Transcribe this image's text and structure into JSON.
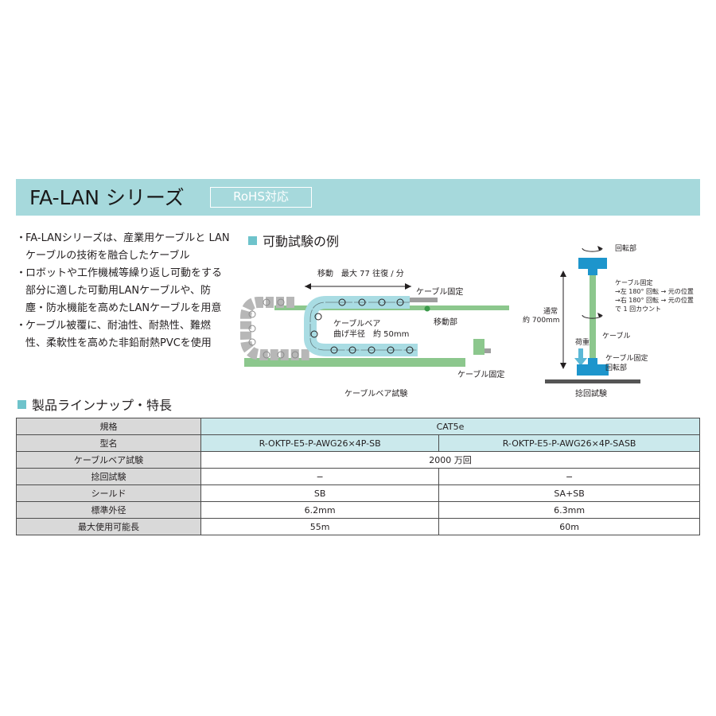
{
  "header": {
    "title": "FA-LAN シリーズ",
    "badge": "RoHS対応"
  },
  "description": {
    "bullets": [
      "FA-LANシリーズは、産業用ケーブルと LANケーブルの技術を融合したケーブル",
      "ロボットや工作機械等繰り返し可動をする部分に適した可動用LANケーブルや、防塵・防水機能を高めたLANケーブルを用意",
      "ケーブル被覆に、耐油性、耐熱性、難燃性、柔軟性を高めた非鉛耐熱PVCを使用"
    ],
    "bullet_mark": "・"
  },
  "test_section": {
    "heading": "可動試験の例",
    "cable_bear": {
      "movement": "移動　最大 77 往復 / 分",
      "fixed_top": "ケーブル固定",
      "moving_part": "移動部",
      "bear_label": "ケーブルベア",
      "bend_radius": "曲げ半径　約 50mm",
      "fixed_bottom": "ケーブル固定",
      "caption": "ケーブルベア試験"
    },
    "twist": {
      "rotation_part": "回転部",
      "fixed_note_1": "ケーブル固定",
      "fixed_note_2": "→左 180° 回転 → 元の位置",
      "fixed_note_3": "→右 180° 回転 → 元の位置",
      "fixed_note_4": "で 1 回カウント",
      "normal": "通常",
      "length": "約 700mm",
      "cable": "ケーブル",
      "load": "荷重",
      "fixed_rotation_1": "ケーブル固定",
      "fixed_rotation_2": "回転部",
      "caption": "捻回試験"
    }
  },
  "lineup": {
    "heading": "製品ラインナップ・特長",
    "rows": {
      "spec": {
        "label": "規格",
        "value": "CAT5e"
      },
      "model": {
        "label": "型名",
        "a": "R-OKTP-E5-P-AWG26×4P-SB",
        "b": "R-OKTP-E5-P-AWG26×4P-SASB"
      },
      "bear_test": {
        "label": "ケーブルベア試験",
        "value": "2000 万回"
      },
      "twist_test": {
        "label": "捻回試験",
        "a": "−",
        "b": "−"
      },
      "shield": {
        "label": "シールド",
        "a": "SB",
        "b": "SA+SB"
      },
      "diameter": {
        "label": "標準外径",
        "a": "6.2mm",
        "b": "6.3mm"
      },
      "max_length": {
        "label": "最大使用可能長",
        "a": "55m",
        "b": "60m"
      }
    }
  },
  "colors": {
    "accent": "#6ec3cb",
    "banner": "#a6d9dc",
    "chain": "#a9dce3",
    "base_green": "#8cc78d",
    "block_blue": "#1d95cc"
  }
}
